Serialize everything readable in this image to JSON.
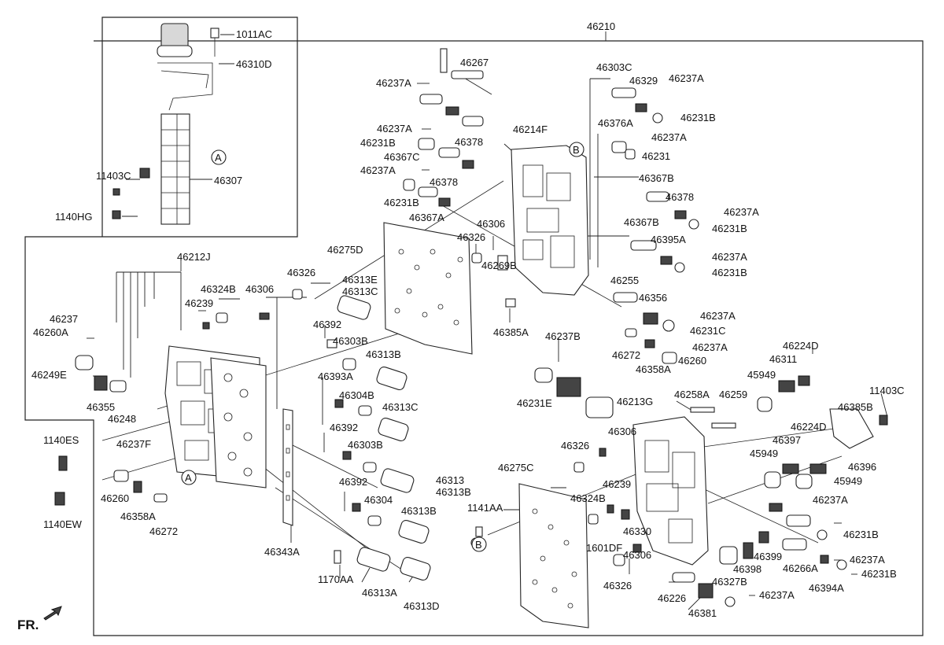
{
  "diagram": {
    "assembly_number": "46210",
    "orientation_label": "FR.",
    "ref_markers": [
      "A",
      "A",
      "B",
      "B"
    ],
    "labels": [
      {
        "id": "l0",
        "text": "1011AC"
      },
      {
        "id": "l1",
        "text": "46310D"
      },
      {
        "id": "l2",
        "text": "46210"
      },
      {
        "id": "l3",
        "text": "46267"
      },
      {
        "id": "l4",
        "text": "46237A"
      },
      {
        "id": "l5",
        "text": "46303C"
      },
      {
        "id": "l6",
        "text": "46329"
      },
      {
        "id": "l7",
        "text": "46237A"
      },
      {
        "id": "l8",
        "text": "46231B"
      },
      {
        "id": "l9",
        "text": "46237A"
      },
      {
        "id": "l10",
        "text": "46214F"
      },
      {
        "id": "l11",
        "text": "46376A"
      },
      {
        "id": "l12",
        "text": "46231B"
      },
      {
        "id": "l13",
        "text": "46378"
      },
      {
        "id": "l14",
        "text": "46237A"
      },
      {
        "id": "l15",
        "text": "46367C"
      },
      {
        "id": "l16",
        "text": "46231"
      },
      {
        "id": "l17",
        "text": "46237A"
      },
      {
        "id": "l18",
        "text": "46378"
      },
      {
        "id": "l19",
        "text": "46367B"
      },
      {
        "id": "l20",
        "text": "46231B"
      },
      {
        "id": "l21",
        "text": "46378"
      },
      {
        "id": "l22",
        "text": "46237A"
      },
      {
        "id": "l23",
        "text": "46367A"
      },
      {
        "id": "l24",
        "text": "46231B"
      },
      {
        "id": "l25",
        "text": "11403C"
      },
      {
        "id": "l26",
        "text": "46307"
      },
      {
        "id": "l27",
        "text": "1140HG"
      },
      {
        "id": "l28",
        "text": "46306"
      },
      {
        "id": "l29",
        "text": "46367B"
      },
      {
        "id": "l30",
        "text": "46326"
      },
      {
        "id": "l31",
        "text": "46395A"
      },
      {
        "id": "l32",
        "text": "46237A"
      },
      {
        "id": "l33",
        "text": "46275D"
      },
      {
        "id": "l34",
        "text": "46231B"
      },
      {
        "id": "l35",
        "text": "46212J"
      },
      {
        "id": "l36",
        "text": "46269B"
      },
      {
        "id": "l37",
        "text": "46326"
      },
      {
        "id": "l38",
        "text": "46313E"
      },
      {
        "id": "l39",
        "text": "46255"
      },
      {
        "id": "l40",
        "text": "46324B"
      },
      {
        "id": "l41",
        "text": "46306"
      },
      {
        "id": "l42",
        "text": "46313C"
      },
      {
        "id": "l43",
        "text": "46356"
      },
      {
        "id": "l44",
        "text": "46239"
      },
      {
        "id": "l45",
        "text": "46237A"
      },
      {
        "id": "l46",
        "text": "46237"
      },
      {
        "id": "l47",
        "text": "46392"
      },
      {
        "id": "l48",
        "text": "46385A"
      },
      {
        "id": "l49",
        "text": "46231C"
      },
      {
        "id": "l50",
        "text": "46237B"
      },
      {
        "id": "l51",
        "text": "46260A"
      },
      {
        "id": "l52",
        "text": "46303B"
      },
      {
        "id": "l53",
        "text": "46237A"
      },
      {
        "id": "l54",
        "text": "46224D"
      },
      {
        "id": "l55",
        "text": "46313B"
      },
      {
        "id": "l56",
        "text": "46272"
      },
      {
        "id": "l57",
        "text": "46311"
      },
      {
        "id": "l58",
        "text": "46260"
      },
      {
        "id": "l59",
        "text": "46249E"
      },
      {
        "id": "l60",
        "text": "46393A"
      },
      {
        "id": "l61",
        "text": "46358A"
      },
      {
        "id": "l62",
        "text": "45949"
      },
      {
        "id": "l63",
        "text": "46304B"
      },
      {
        "id": "l64",
        "text": "46258A"
      },
      {
        "id": "l65",
        "text": "46259"
      },
      {
        "id": "l66",
        "text": "11403C"
      },
      {
        "id": "l67",
        "text": "46355"
      },
      {
        "id": "l68",
        "text": "46231E"
      },
      {
        "id": "l69",
        "text": "46213G"
      },
      {
        "id": "l70",
        "text": "46385B"
      },
      {
        "id": "l71",
        "text": "46313C"
      },
      {
        "id": "l72",
        "text": "46248"
      },
      {
        "id": "l73",
        "text": "46392"
      },
      {
        "id": "l74",
        "text": "46306"
      },
      {
        "id": "l75",
        "text": "46224D"
      },
      {
        "id": "l76",
        "text": "1140ES"
      },
      {
        "id": "l77",
        "text": "46326"
      },
      {
        "id": "l78",
        "text": "46397"
      },
      {
        "id": "l79",
        "text": "46303B"
      },
      {
        "id": "l80",
        "text": "46237F"
      },
      {
        "id": "l81",
        "text": "46275C"
      },
      {
        "id": "l82",
        "text": "46396"
      },
      {
        "id": "l83",
        "text": "45949"
      },
      {
        "id": "l84",
        "text": "46313"
      },
      {
        "id": "l85",
        "text": "45949"
      },
      {
        "id": "l86",
        "text": "46239"
      },
      {
        "id": "l87",
        "text": "46313B"
      },
      {
        "id": "l88",
        "text": "46392"
      },
      {
        "id": "l89",
        "text": "46260"
      },
      {
        "id": "l90",
        "text": "1141AA"
      },
      {
        "id": "l91",
        "text": "46324B"
      },
      {
        "id": "l92",
        "text": "46304"
      },
      {
        "id": "l93",
        "text": "46237A"
      },
      {
        "id": "l94",
        "text": "46358A"
      },
      {
        "id": "l95",
        "text": "1140EW"
      },
      {
        "id": "l96",
        "text": "46313B"
      },
      {
        "id": "l97",
        "text": "46330"
      },
      {
        "id": "l98",
        "text": "46272"
      },
      {
        "id": "l99",
        "text": "1601DF"
      },
      {
        "id": "l100",
        "text": "46231B"
      },
      {
        "id": "l101",
        "text": "46343A"
      },
      {
        "id": "l102",
        "text": "46399"
      },
      {
        "id": "l103",
        "text": "46306"
      },
      {
        "id": "l104",
        "text": "46398"
      },
      {
        "id": "l105",
        "text": "46237A"
      },
      {
        "id": "l106",
        "text": "46266A"
      },
      {
        "id": "l107",
        "text": "1170AA"
      },
      {
        "id": "l108",
        "text": "46313A"
      },
      {
        "id": "l109",
        "text": "46327B"
      },
      {
        "id": "l110",
        "text": "46231B"
      },
      {
        "id": "l111",
        "text": "46326"
      },
      {
        "id": "l112",
        "text": "46394A"
      },
      {
        "id": "l113",
        "text": "46226"
      },
      {
        "id": "l114",
        "text": "46237A"
      },
      {
        "id": "l115",
        "text": "46313D"
      },
      {
        "id": "l116",
        "text": "46381"
      }
    ]
  }
}
